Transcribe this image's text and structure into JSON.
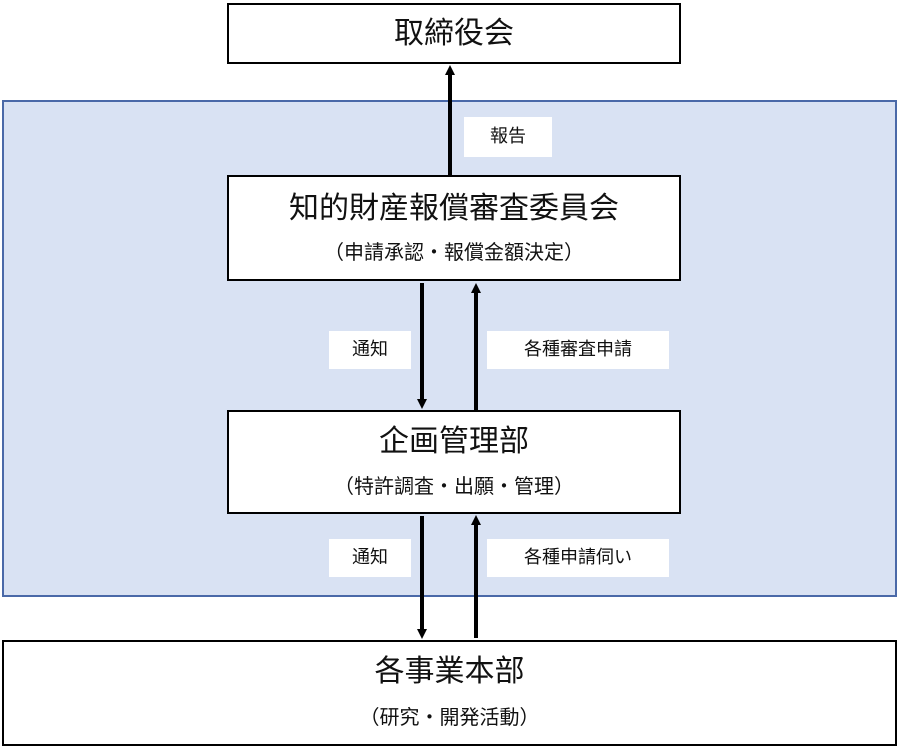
{
  "nodes": {
    "board": {
      "title": "取締役会"
    },
    "committee": {
      "title": "知的財産報償審査委員会",
      "subtitle": "（申請承認・報償金額決定）"
    },
    "planning": {
      "title": "企画管理部",
      "subtitle": "（特許調査・出願・管理）"
    },
    "divisions": {
      "title": "各事業本部",
      "subtitle": "（研究・開発活動）"
    }
  },
  "edges": {
    "report": "報告",
    "notify_upper": "通知",
    "review_request": "各種審査申請",
    "notify_lower": "通知",
    "application_inquiry": "各種申請伺い"
  },
  "colors": {
    "panel_fill": "#d9e2f3",
    "panel_border": "#4a69a8",
    "box_border": "#000000"
  }
}
